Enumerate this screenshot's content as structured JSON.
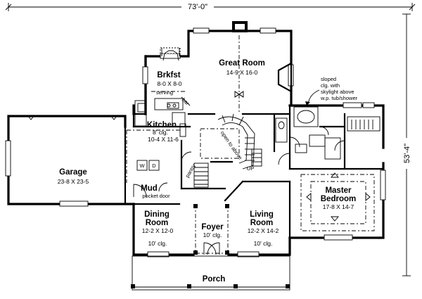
{
  "dimensions": {
    "width": "73'-0\"",
    "depth": "53'-4\""
  },
  "rooms": {
    "great_room": {
      "name": "Great Room",
      "dims": "14-9 X 16-0"
    },
    "brkfst": {
      "name": "Brkfst",
      "dims": "8-0 X 8-0",
      "note": "serving"
    },
    "kitchen": {
      "name": "Kitchen",
      "ceiling": "8' clg.",
      "dims": "10-4 X 11-6"
    },
    "garage": {
      "name": "Garage",
      "dims": "23-8 X 23-5"
    },
    "mud": {
      "name": "Mud",
      "note": "pocket door"
    },
    "dining": {
      "name_line1": "Dining",
      "name_line2": "Room",
      "dims": "12-2 X 12-0",
      "ceiling": "10' clg."
    },
    "foyer": {
      "name": "Foyer",
      "ceiling": "10' clg."
    },
    "living": {
      "name_line1": "Living",
      "name_line2": "Room",
      "dims": "12-2 X 14-2",
      "ceiling": "10' clg."
    },
    "master": {
      "name_line1": "Master",
      "name_line2": "Bedroom",
      "dims": "17-8 X 14-7"
    },
    "porch": {
      "name": "Porch"
    }
  },
  "annotations": {
    "sloped_ceiling": [
      "sloped",
      "clg. with",
      "skylight above",
      "w.p. tub/shower"
    ],
    "open_to_above": "open to above",
    "pantry": "pantry",
    "up": "UP",
    "bar": "bar",
    "washer": "W",
    "dryer": "D"
  }
}
